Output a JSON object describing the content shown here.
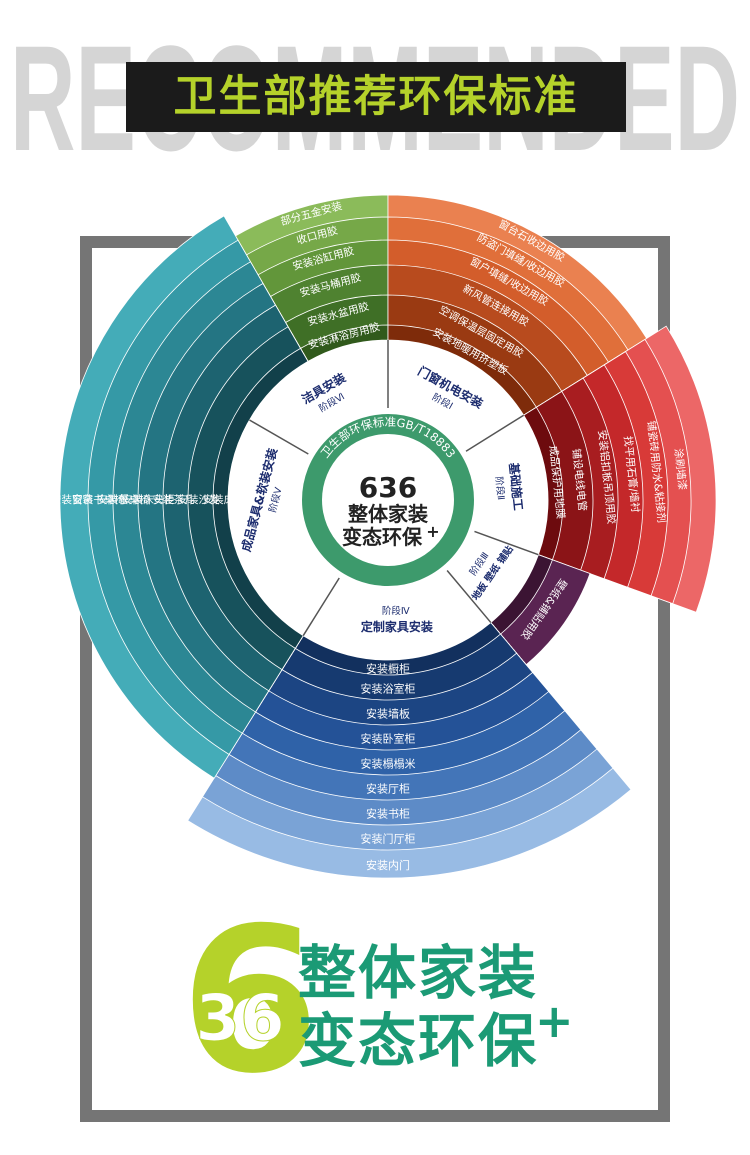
{
  "background_word": "RECOMMENDED",
  "title": "卫生部推荐环保标准",
  "center": {
    "standard": "卫生部环保标准GB/T18883",
    "number": "636",
    "line1": "整体家装",
    "line2": "变态环保",
    "plus": "+"
  },
  "stages": {
    "s1": {
      "name": "门窗机电安装",
      "stage": "阶段Ⅰ"
    },
    "s2": {
      "name": "基础施工",
      "stage": "阶段Ⅱ"
    },
    "s3": {
      "name": "地板 壁纸 铺贴",
      "stage": "阶段Ⅲ"
    },
    "s4": {
      "name": "定制家具安装",
      "stage": "阶段Ⅳ"
    },
    "s5": {
      "name": "成品家具&软装安装",
      "stage": "阶段Ⅴ"
    },
    "s6": {
      "name": "洁具安装",
      "stage": "阶段Ⅵ"
    }
  },
  "items": {
    "orange": [
      "安装地暖用挤塑板",
      "空调保温层固定用胶",
      "新风管连接用胶",
      "窗户填缝/收边用胶",
      "防盗门填缝/收边用胶",
      "窗台石收边用胶"
    ],
    "red": [
      "成品保护用地膜",
      "铺设电线电管",
      "安装铝扣板吊顶用胶",
      "找平用石膏/墙衬",
      "铺瓷砖用防水&粘接剂",
      "涂刷墙漆"
    ],
    "purple": [
      "壁纸&铺贴用胶",
      "地板收边条固定用胶"
    ],
    "blue": [
      "安装橱柜",
      "安装浴室柜",
      "安装墙板",
      "安装卧室柜",
      "安装榻榻米",
      "安装厅柜",
      "安装书柜",
      "安装门厅柜",
      "安装内门"
    ],
    "teal": [
      "安装床",
      "安装沙发",
      "安装茶几",
      "安装床头柜",
      "安装餐桌椅",
      "安装书桌椅",
      "安装窗帘"
    ],
    "green": [
      "安装淋浴房用胶",
      "安装水盆用胶",
      "安装马桶用胶",
      "安装浴缸用胶",
      "收口用胶",
      "部分五金安装"
    ]
  },
  "logo": {
    "digit_large": "6",
    "digits": "36",
    "line1": "整体家装",
    "line2": "变态环保",
    "plus": "+"
  },
  "colors": {
    "title_text": "#b5d22a",
    "title_bg": "#1b1b1b",
    "green_sector": [
      "#315a1c",
      "#3f6f26",
      "#4f8230",
      "#62963a",
      "#76a848",
      "#8bbb5a"
    ],
    "orange_sector": [
      "#7e2b0a",
      "#9a3a12",
      "#b84b1e",
      "#d35d2b",
      "#e06f3a",
      "#ea8150"
    ],
    "red_sector": [
      "#6d0b0e",
      "#8b1417",
      "#a81d20",
      "#c4282a",
      "#d83a38",
      "#e45050",
      "#ec6767"
    ],
    "purple_sector": [
      "#3b1433",
      "#5a2452"
    ],
    "blue_sector": [
      "#12305e",
      "#163a70",
      "#1c4583",
      "#245297",
      "#2f62a8",
      "#4375b8",
      "#5d8bc7",
      "#7aa3d6",
      "#98bbe4"
    ],
    "teal_sector": [
      "#12404a",
      "#17525c",
      "#1d6370",
      "#247583",
      "#2c8794",
      "#3599a6",
      "#44acb8"
    ],
    "center_green": "#3d9a6c",
    "logo_lime": "#b5d22a",
    "logo_green": "#1b9a75"
  }
}
